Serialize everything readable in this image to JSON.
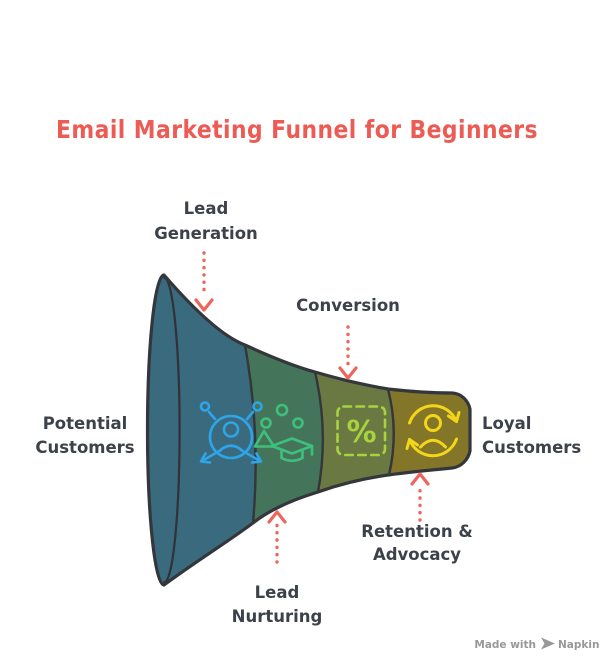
{
  "title": {
    "text": "Email Marketing Funnel for Beginners"
  },
  "labels": {
    "lead_generation": {
      "line1": "Lead",
      "line2": "Generation"
    },
    "conversion": {
      "text": "Conversion"
    },
    "lead_nurturing": {
      "line1": "Lead",
      "line2": "Nurturing"
    },
    "retention_advocacy": {
      "line1": "Retention &",
      "line2": "Advocacy"
    },
    "potential_customers": {
      "line1": "Potential",
      "line2": "Customers"
    },
    "loyal_customers": {
      "line1": "Loyal",
      "line2": "Customers"
    }
  },
  "icons": {
    "stage1": "network-user-icon",
    "stage2": "nurture-graduation-icon",
    "stage3": "percent-offer-icon",
    "stage4": "user-cycle-icon",
    "percent_symbol": "%"
  },
  "colors": {
    "title": "#ec5b54",
    "arrow": "#ee655c",
    "label_text": "#3d424a",
    "outline": "#33363b",
    "stage1": "#3a6a7e",
    "stage2": "#44755a",
    "stage3": "#6a7841",
    "stage4": "#847628",
    "icon_stage1": "#2ea5e8",
    "icon_stage2": "#3ec07d",
    "icon_stage3": "#a7d33f",
    "icon_stage4": "#f3d619",
    "watermark": "#97989a"
  },
  "watermark": {
    "prefix": "Made with",
    "brand": "Napkin"
  }
}
